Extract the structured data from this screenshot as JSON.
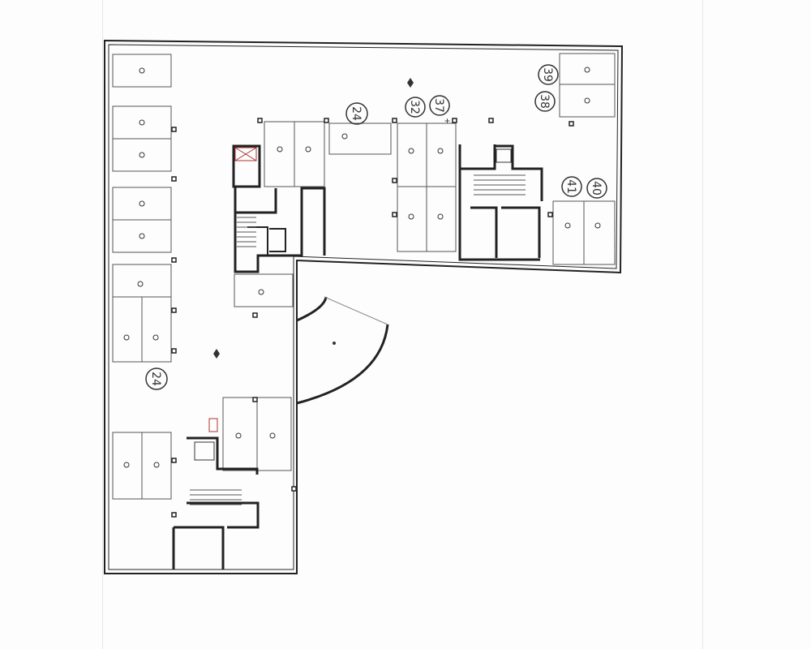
{
  "document": {
    "kind": "basement parking floor plan scan",
    "stroke_color": "#222222",
    "fill_color": "#ffffff"
  },
  "handwritten_marks": [
    {
      "label": "24"
    },
    {
      "label": "32"
    },
    {
      "label": "37"
    },
    {
      "label": "39"
    },
    {
      "label": "38"
    },
    {
      "label": "41"
    },
    {
      "label": "40"
    },
    {
      "label": "24"
    }
  ]
}
